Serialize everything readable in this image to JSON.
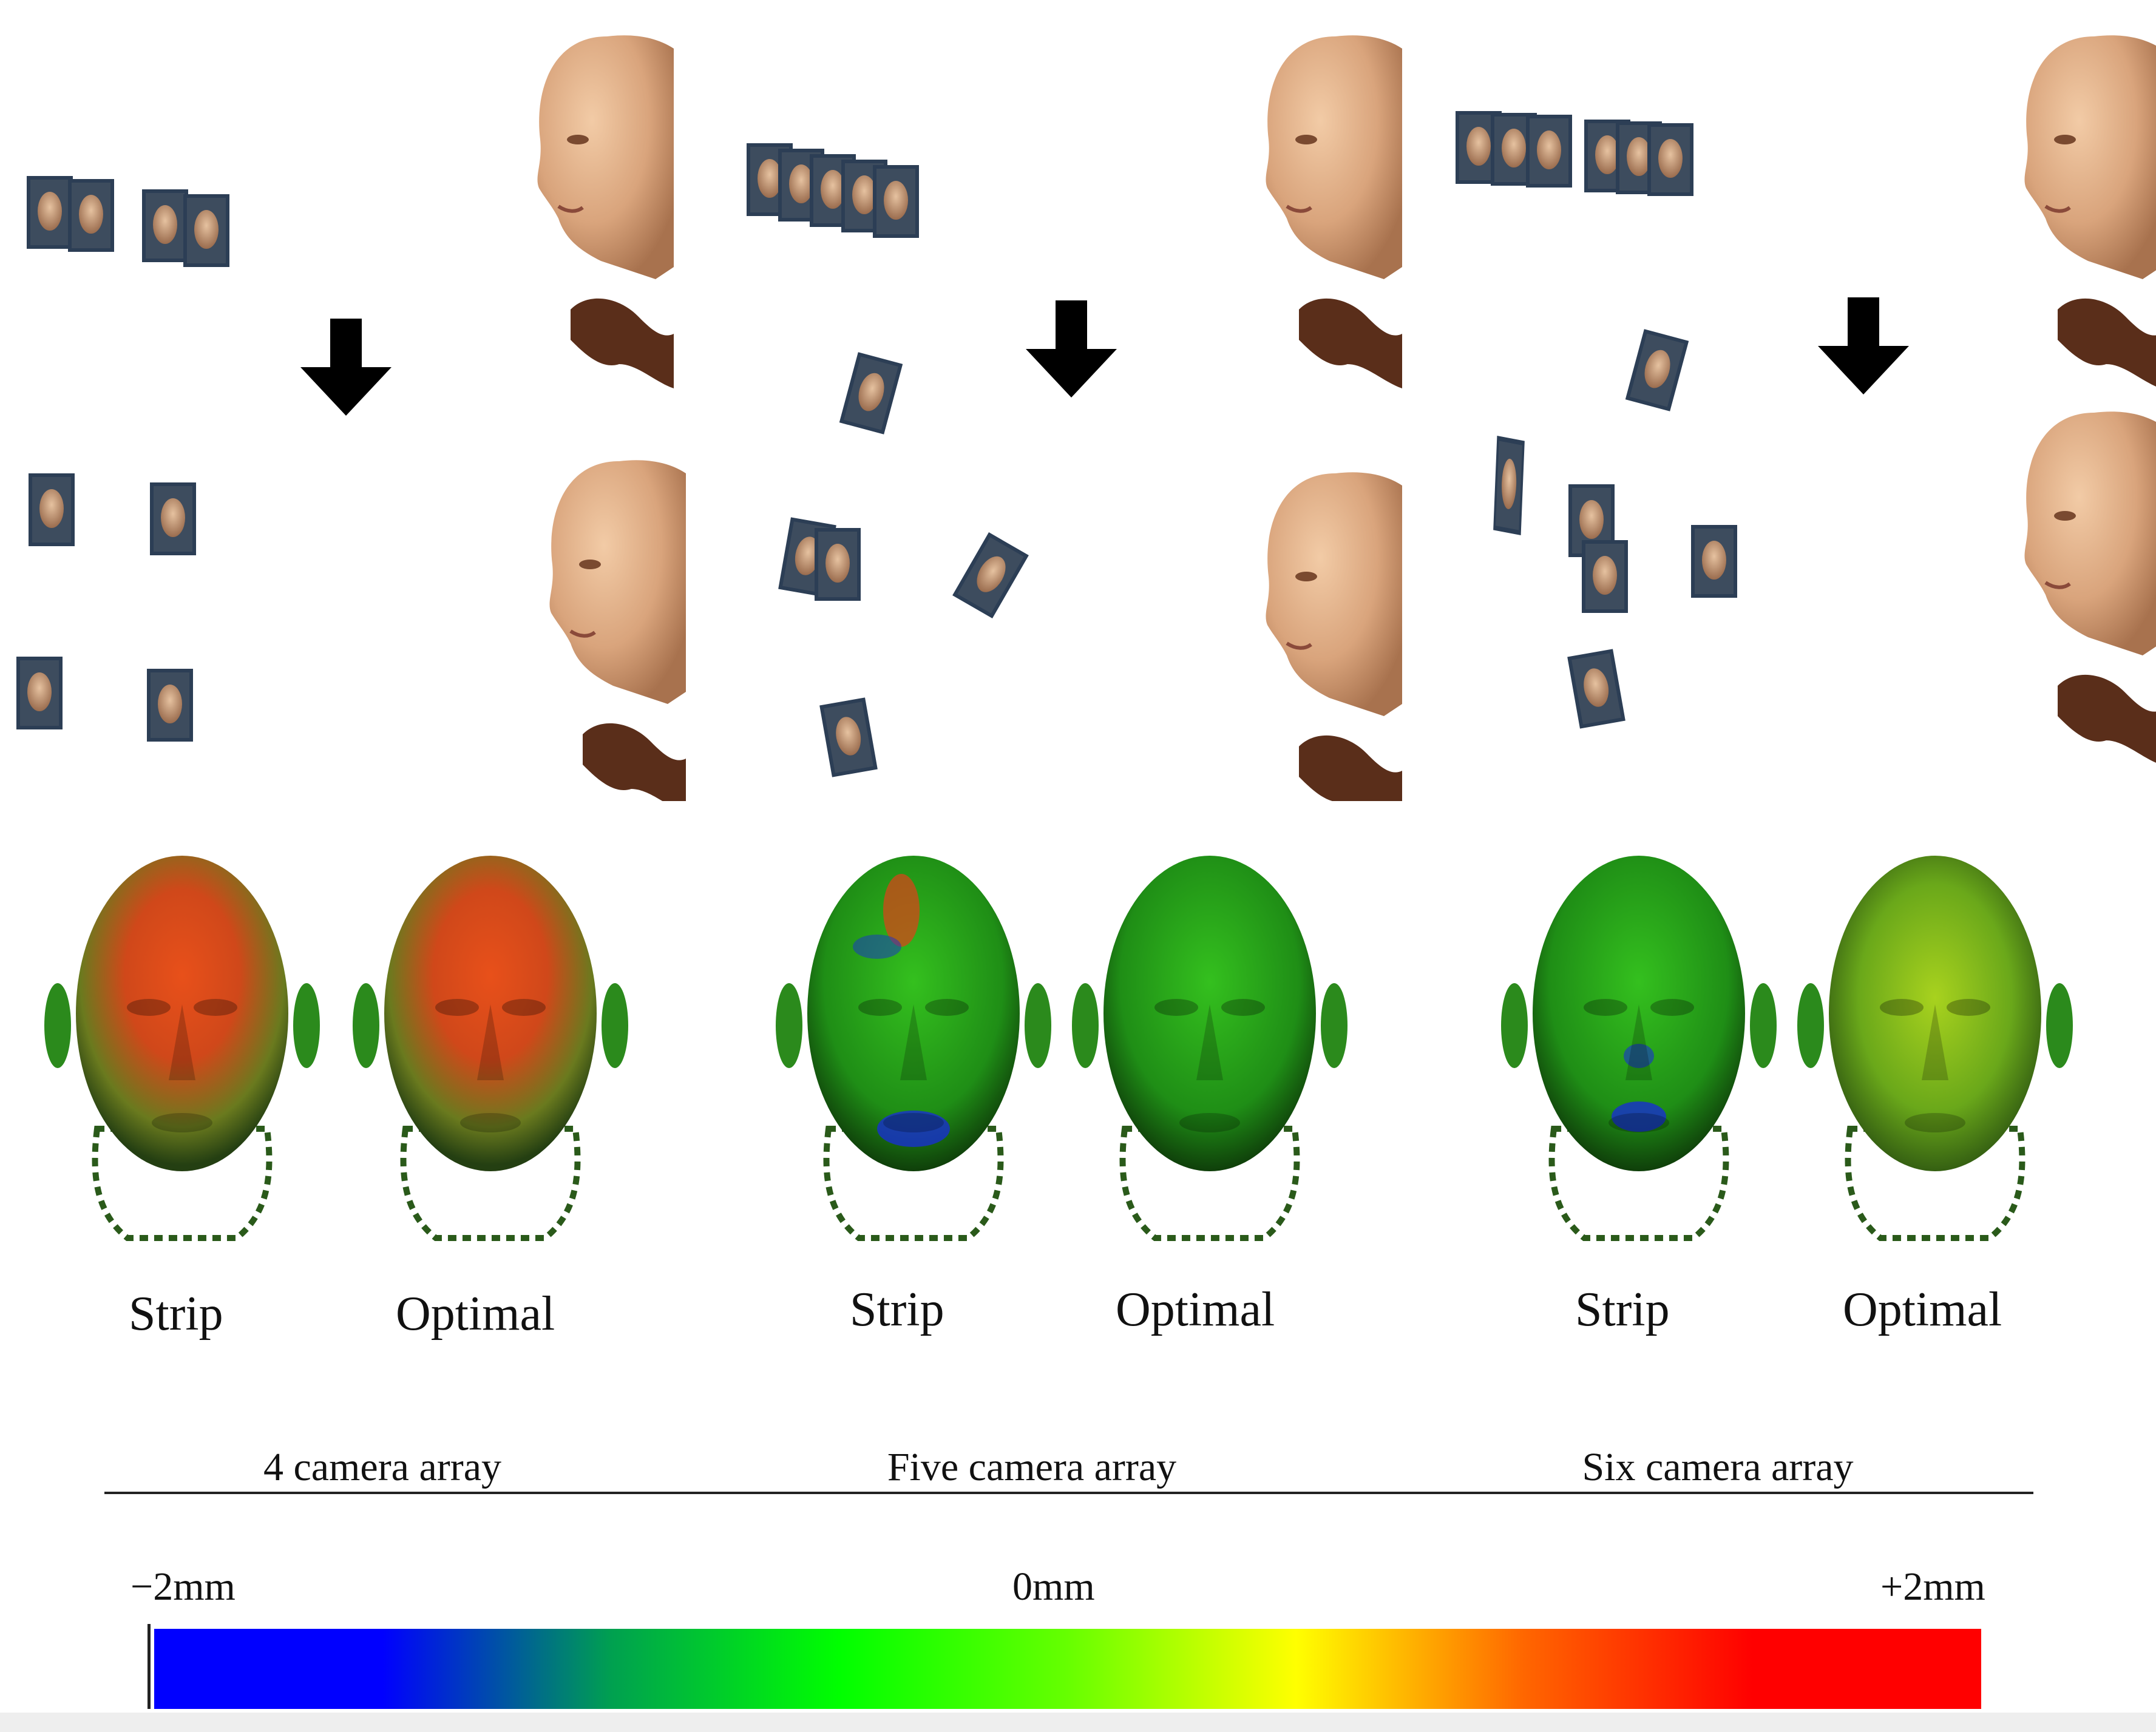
{
  "figure": {
    "rows": [
      {
        "id": "four",
        "group_label": "4 camera array",
        "left_label": "Strip",
        "right_label": "Optimal"
      },
      {
        "id": "five",
        "group_label": "Five camera array",
        "left_label": "Strip",
        "right_label": "Optimal"
      },
      {
        "id": "six",
        "group_label": "Six camera array",
        "left_label": "Strip",
        "right_label": "Optimal"
      }
    ],
    "colorbar": {
      "min_label": "−2mm",
      "mid_label": "0mm",
      "max_label": "+2mm",
      "stops": [
        "#0000ff",
        "#0000ff",
        "#00a050",
        "#00ff00",
        "#66ff00",
        "#ffff00",
        "#ff6600",
        "#ff0000",
        "#ff0000"
      ]
    },
    "colors": {
      "skin": "#e0b08a",
      "camera_frame": "#2c3e55",
      "arrow": "#000000",
      "heat_green": "#2fae1e",
      "heat_red": "#e83a10",
      "heat_blue": "#1830d0"
    }
  }
}
